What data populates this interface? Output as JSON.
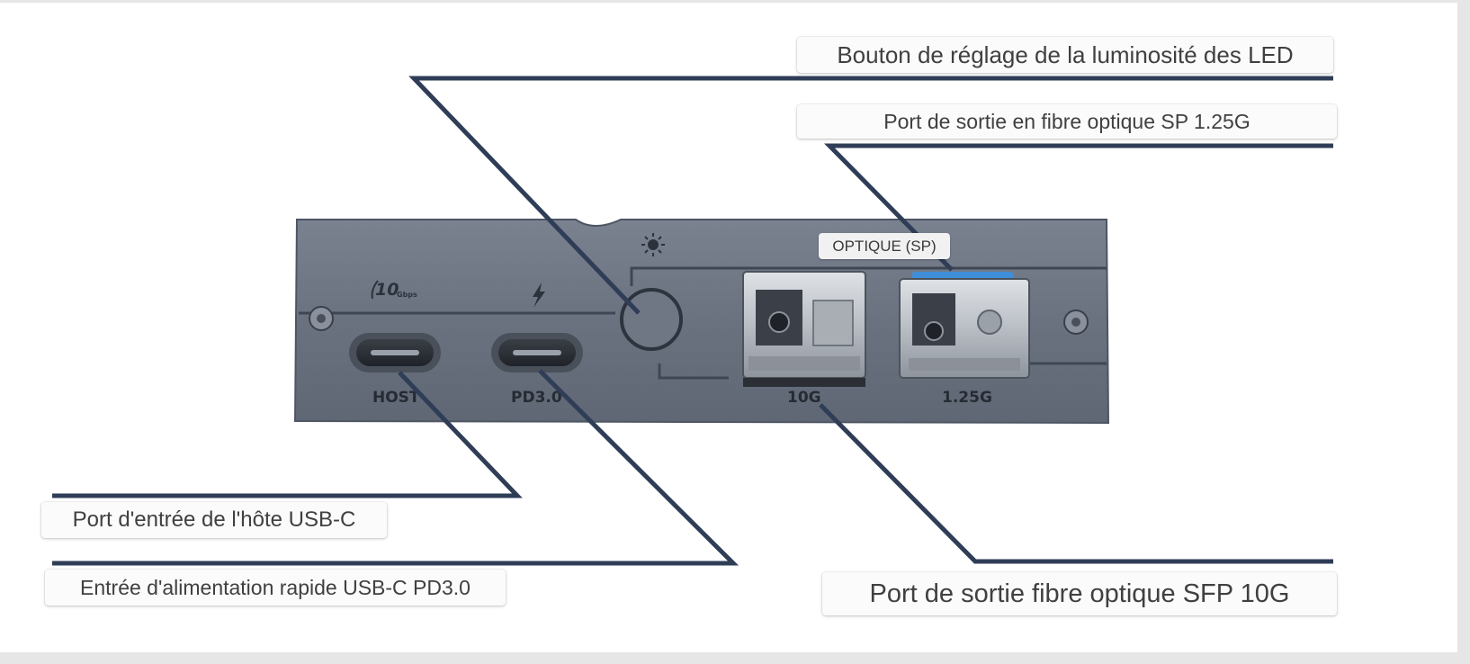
{
  "callouts": {
    "led_button": "Bouton de réglage de la luminosité des LED",
    "sp_port": "Port de sortie en fibre optique SP 1.25G",
    "usb_host": "Port d'entrée de l'hôte USB-C",
    "pd_power": "Entrée d'alimentation rapide USB-C PD3.0",
    "sfp_port": "Port de sortie fibre optique SFP 10G"
  },
  "device": {
    "tag": "OPTIQUE (SP)",
    "speed_badge": "10",
    "speed_unit": "Gbps",
    "port_host": "HOST",
    "port_pd": "PD3.0",
    "port_10g": "10G",
    "port_125g": "1.25G"
  },
  "colors": {
    "leader": "#2f3d57",
    "chassis": "#6c7482",
    "accent_blue": "#3f8ed8"
  }
}
